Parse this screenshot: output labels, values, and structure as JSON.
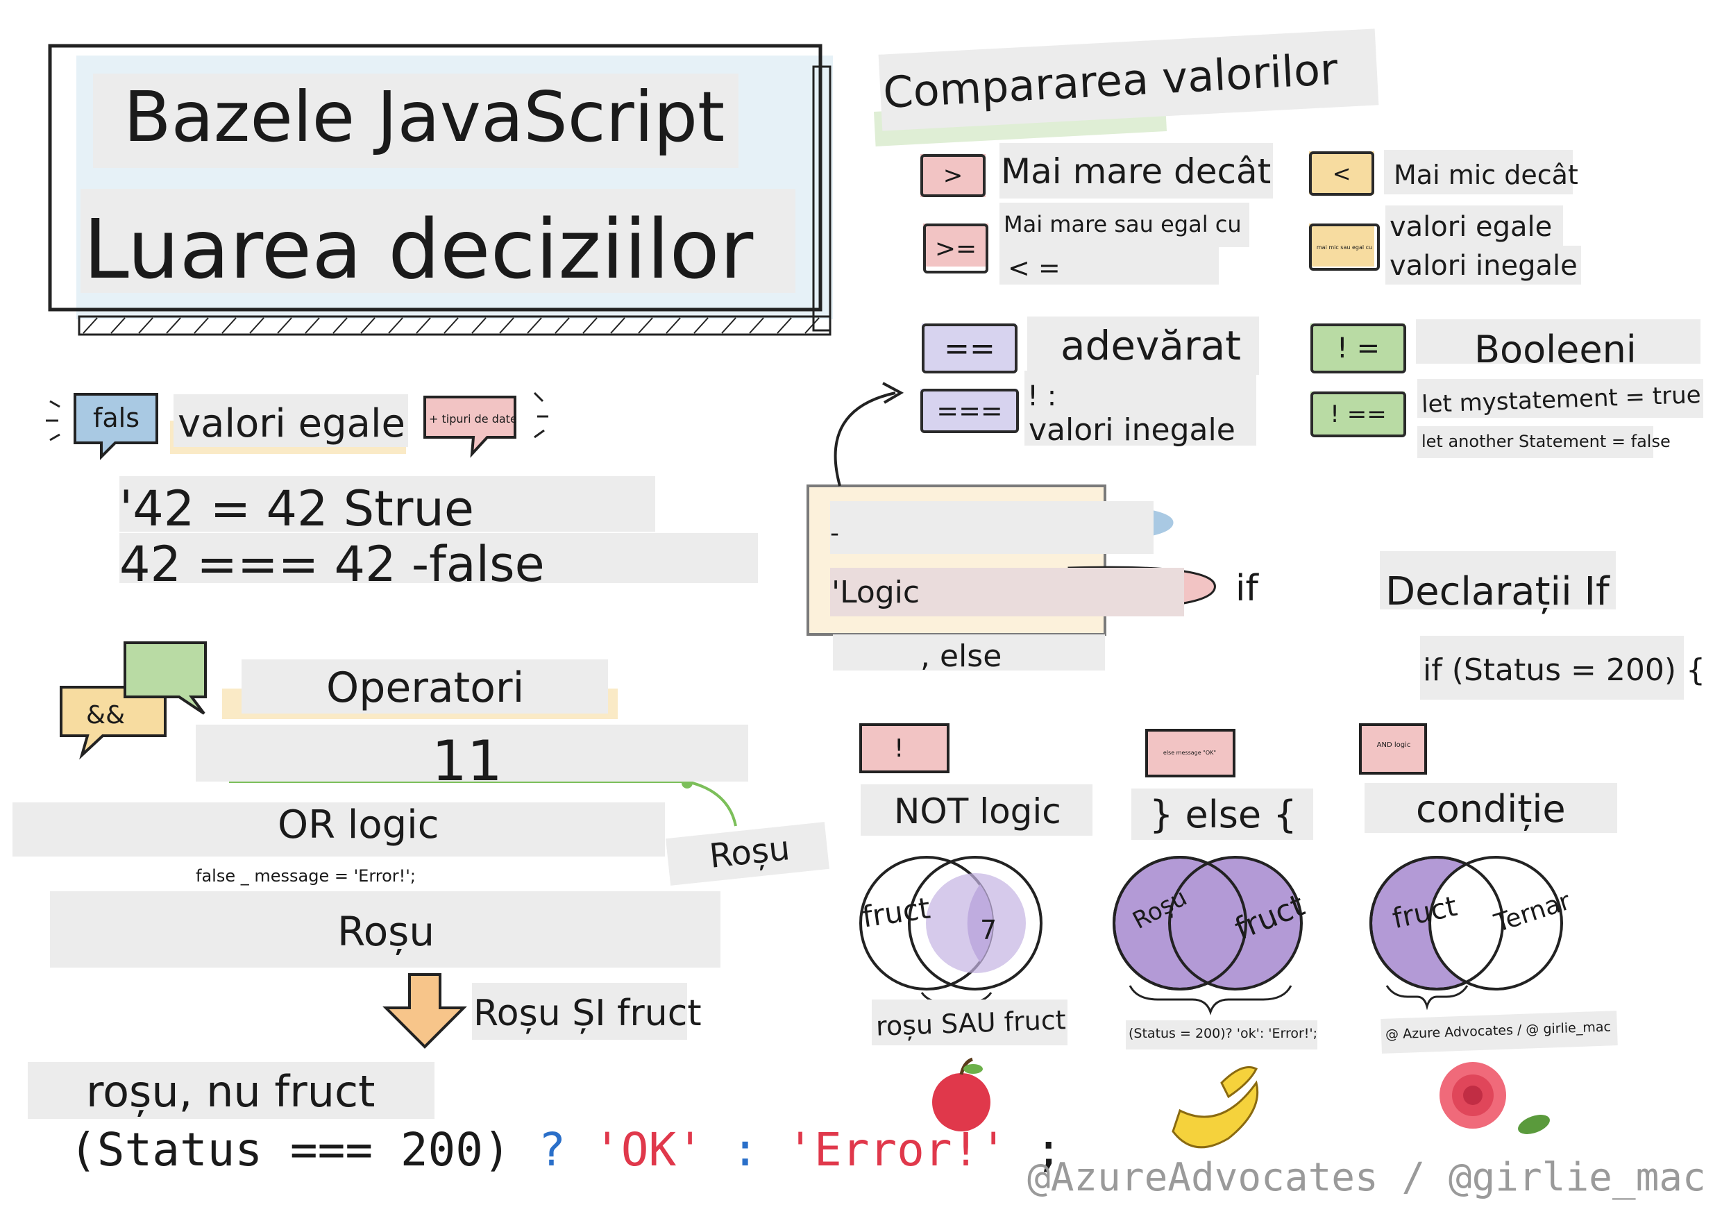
{
  "title": {
    "line1": "Bazele JavaScript",
    "line2": "Luarea deciziilor"
  },
  "left": {
    "fals_bubble": "fals",
    "valori_egale": "valori egale",
    "tipuri_bubble": "+ tipuri de date",
    "eq_line1": "'42 = 42 Strue",
    "eq_line2": "42 === 42 -false",
    "and_bubble": "&&",
    "operatori": "Operatori",
    "eleven": "11",
    "or_logic": "OR logic",
    "rosu_right": "Roșu",
    "false_message": "false _ message = 'Error!';",
    "rosu_center": "Roșu",
    "rosu_si_fruct": "Roșu ȘI fruct",
    "rosu_nu_fruct": "roșu, nu fruct",
    "ternary_code": "(Status === 200)",
    "ternary_q": "?",
    "ternary_ok": "'OK'",
    "ternary_colon": ":",
    "ternary_error": "'Error!'",
    "ternary_semi": ";"
  },
  "compare": {
    "heading": "Compararea valorilor",
    "gt_symbol": ">",
    "gt_label": "Mai mare decât",
    "lt_symbol": "<",
    "lt_label": "Mai mic decât",
    "gte_symbol": ">=",
    "gte_label": "Mai mare sau egal cu",
    "lte_label": "< =",
    "small_box_text": "mai mic sau egal cu",
    "valori_egale": "valori egale",
    "valori_inegale": "valori inegale",
    "eqeq_symbol": "==",
    "adevarat": "adevărat",
    "neq_symbol": "! =",
    "booleeni": "Booleeni",
    "eqeqeq_symbol": "===",
    "excl_label": "! :",
    "valori_inegale2": "valori inegale",
    "neqeq_symbol": "! ==",
    "let_true": "let mystatement = true",
    "let_false": "let another Statement = false"
  },
  "logic": {
    "dash": "-",
    "logic_label": "'Logic",
    "if_label": "if",
    "else_label": ", else",
    "declaratii_if": "Declarații If",
    "if_status": "if (Status = 200) {"
  },
  "bottom": {
    "not_symbol": "!",
    "not_logic": "NOT logic",
    "msg_box": "else message \"OK\"",
    "else_label": "} else {",
    "and_box": "AND logic",
    "conditie": "condiție",
    "venn1_left": "fruct",
    "venn1_right": "7",
    "venn2_left": "Roșu",
    "venn2_right": "fruct",
    "venn3_left": "fruct",
    "venn3_right": "Ternar",
    "rosu_sau_fruct": "roșu SAU fruct",
    "status_ternary": "(Status = 200)? 'ok': 'Error!';",
    "credit_small": "@ Azure Advocates / @ girlie_mac",
    "credit_big": "@AzureAdvocates / @girlie_mac"
  },
  "colors": {
    "pink": "#f2c4c4",
    "blue": "#a9c9e3",
    "green": "#b9dba4",
    "yellow": "#f7dca0",
    "lavender": "#d7d3ef",
    "purple": "#b39ad6",
    "orange": "#f5c26b",
    "title_blue": "#dcebf3"
  }
}
